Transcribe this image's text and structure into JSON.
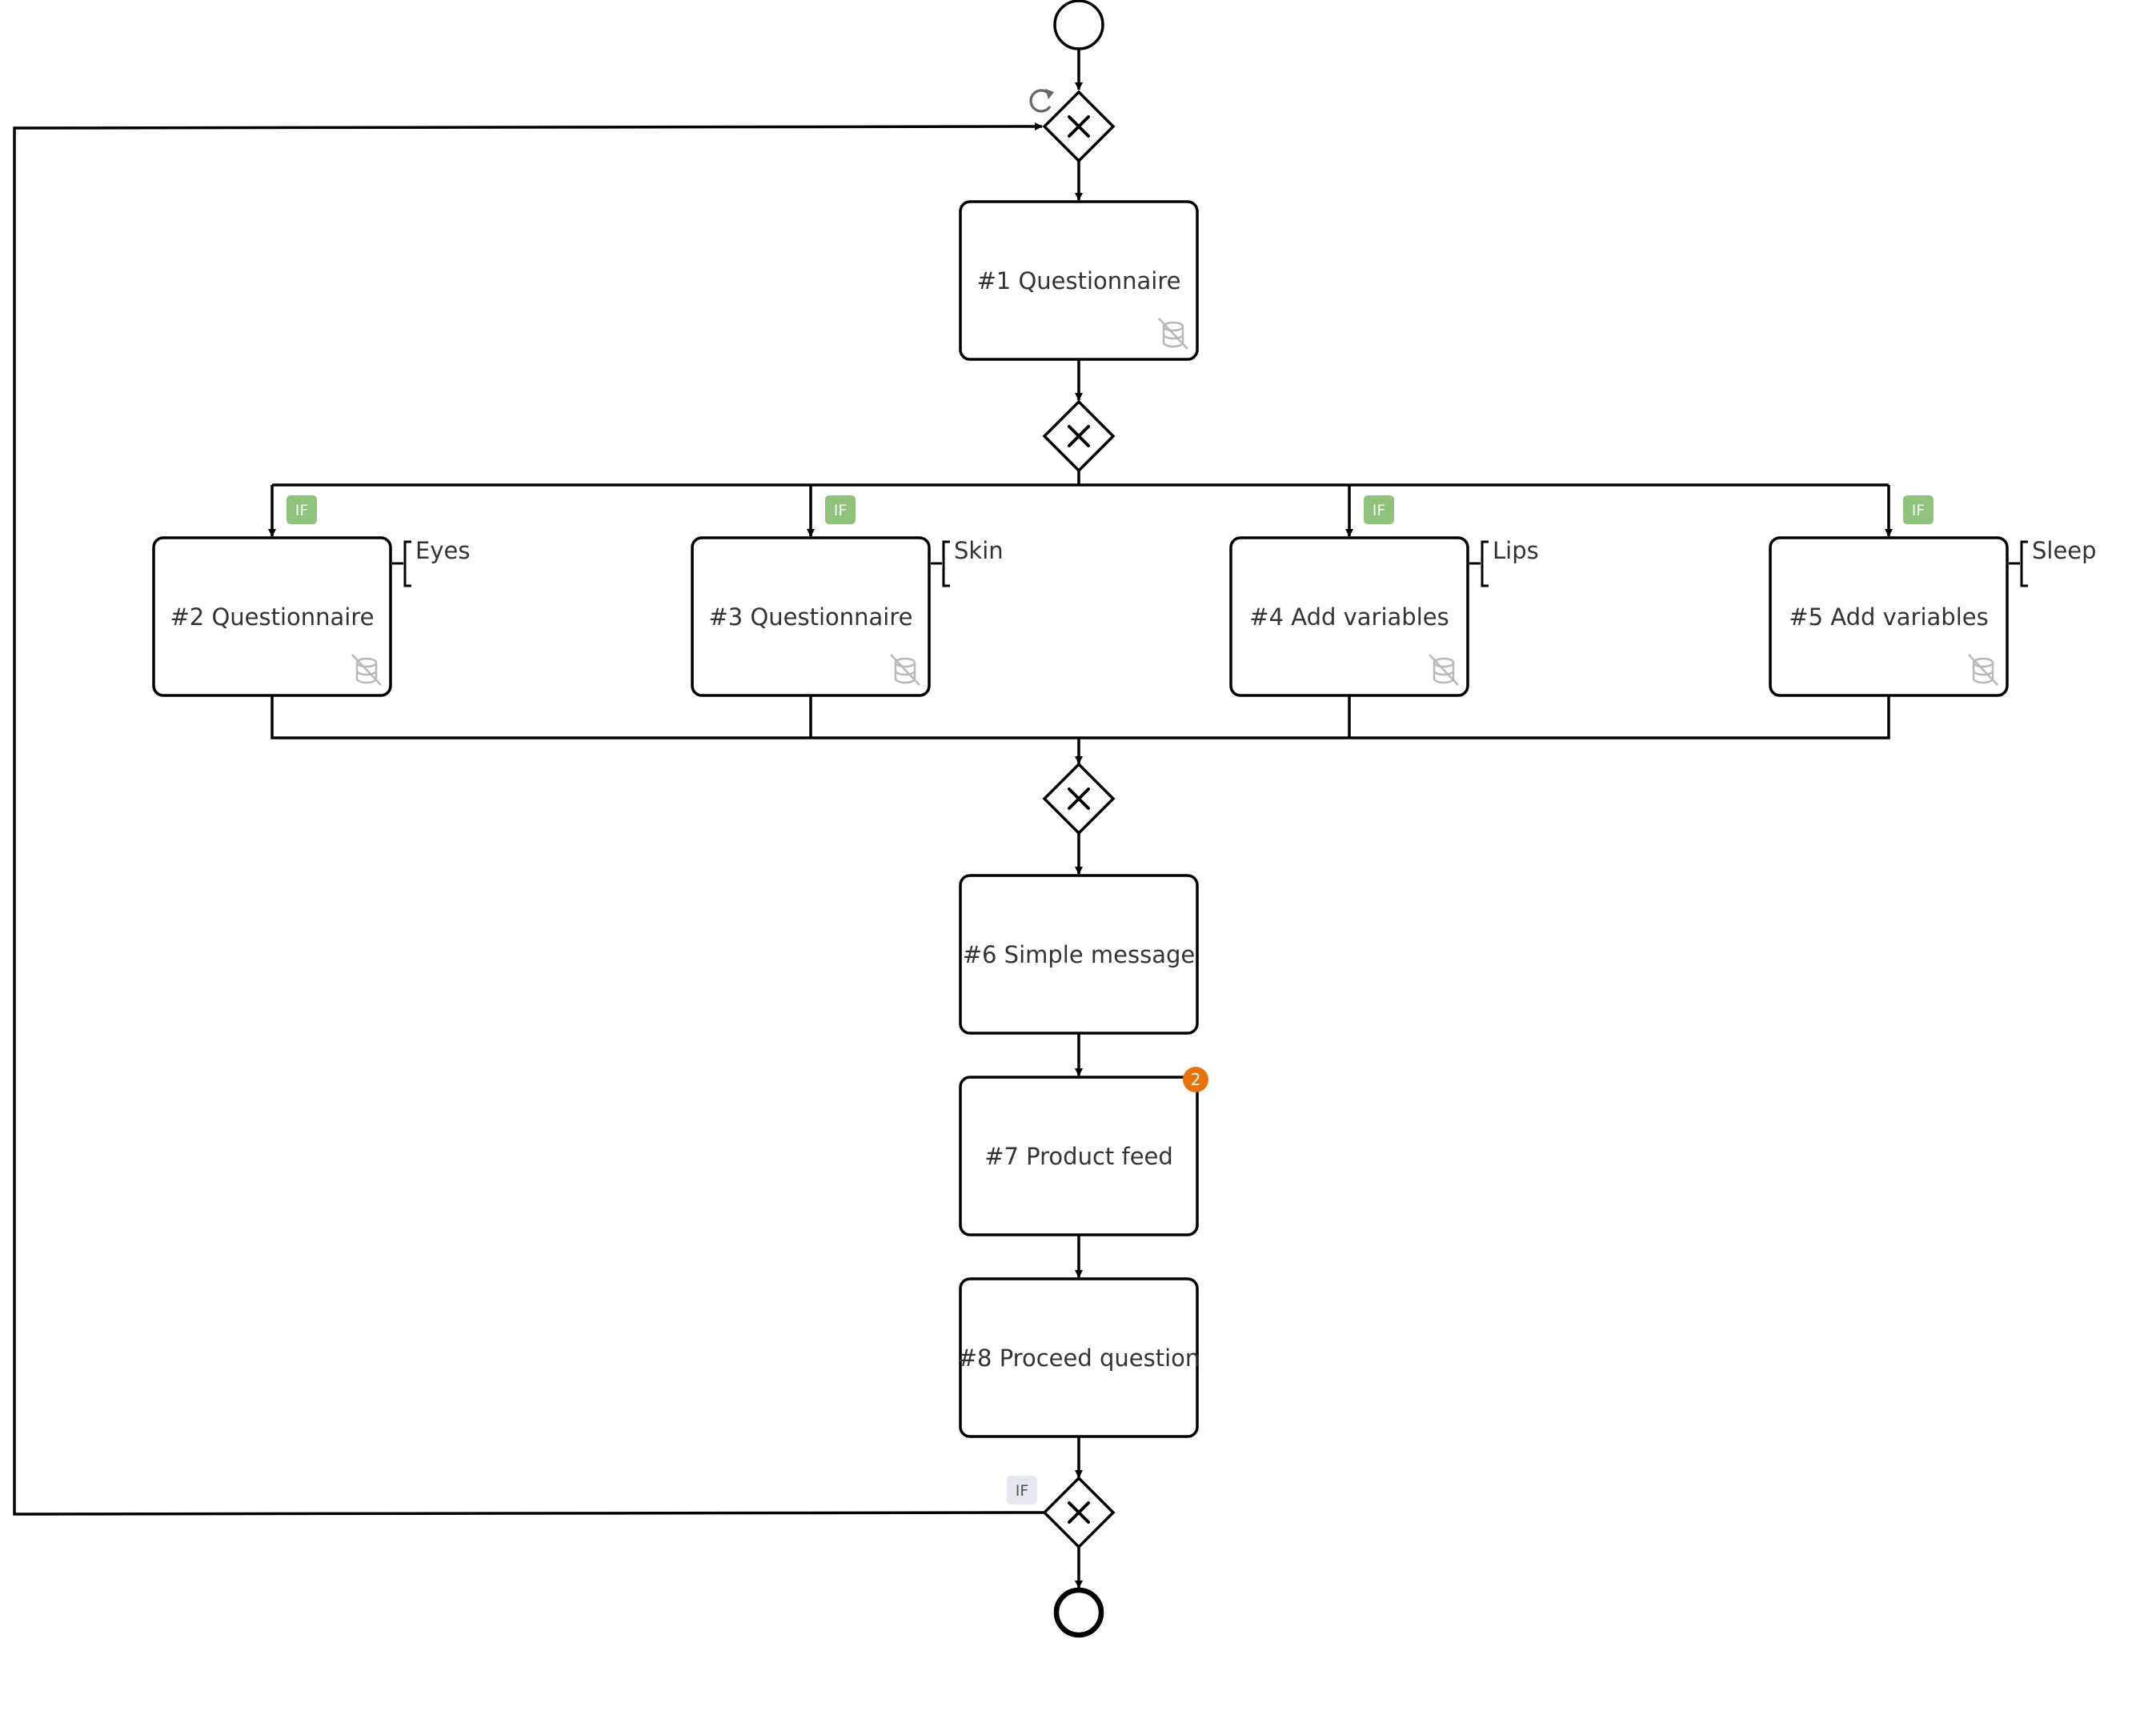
{
  "diagram": {
    "tasks": [
      {
        "id": "t1",
        "label": "#1 Questionnaire",
        "db_icon": "database-off-icon"
      },
      {
        "id": "t2",
        "label": "#2 Questionnaire",
        "db_icon": "database-off-icon",
        "condition": "IF",
        "annotation": "Eyes"
      },
      {
        "id": "t3",
        "label": "#3 Questionnaire",
        "db_icon": "database-off-icon",
        "condition": "IF",
        "annotation": "Skin"
      },
      {
        "id": "t4",
        "label": "#4 Add variables",
        "db_icon": "database-off-icon",
        "condition": "IF",
        "annotation": "Lips"
      },
      {
        "id": "t5",
        "label": "#5 Add variables",
        "db_icon": "database-off-icon",
        "condition": "IF",
        "annotation": "Sleep"
      },
      {
        "id": "t6",
        "label": "#6 Simple message"
      },
      {
        "id": "t7",
        "label": "#7 Product feed",
        "badge_count": "2"
      },
      {
        "id": "t8",
        "label": "#8 Proceed question"
      }
    ],
    "gateways": [
      {
        "id": "g0",
        "type": "exclusive",
        "icon": "loop-icon"
      },
      {
        "id": "g1",
        "type": "exclusive"
      },
      {
        "id": "g2",
        "type": "exclusive"
      },
      {
        "id": "g3",
        "type": "exclusive",
        "condition": "IF"
      }
    ],
    "events": [
      {
        "id": "start",
        "type": "start"
      },
      {
        "id": "end",
        "type": "end"
      }
    ],
    "colors": {
      "if_badge_green": "#8fc27a",
      "if_badge_gray": "#e4e7ee",
      "count_badge": "#e8730c"
    }
  }
}
